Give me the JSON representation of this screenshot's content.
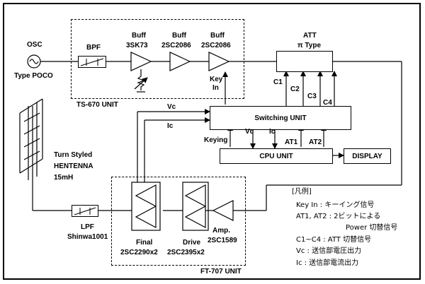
{
  "labels": {
    "osc": "OSC",
    "osc_type": "Type POCO",
    "bpf": "BPF",
    "buff1": "Buff",
    "buff1_part": "3SK73",
    "buff2": "Buff",
    "buff2_part": "2SC2086",
    "buff3": "Buff",
    "buff3_part": "2SC2086",
    "key_in": "Key",
    "key_in2": "In",
    "ts_unit": "TS-670 UNIT",
    "att": "ATT",
    "att_type": "π Type",
    "c1": "C1",
    "c2": "C2",
    "c3": "C3",
    "c4": "C4",
    "vc_left": "Vc",
    "ic_left": "Ic",
    "switching_unit": "Switching UNIT",
    "keying": "Keying",
    "vc_mid": "Vc",
    "ic_mid": "Ic",
    "at1": "AT1",
    "at2": "AT2",
    "cpu_unit": "CPU UNIT",
    "display": "DISPLAY",
    "antenna1": "Turn Styled",
    "antenna2": "HENTENNA",
    "antenna3": "15mH",
    "lpf": "LPF",
    "lpf_part": "Shinwa1001",
    "final": "Final",
    "final_part": "2SC2290x2",
    "drive": "Drive",
    "drive_part": "2SC2395x2",
    "amp": "Amp.",
    "amp_part": "2SC1589",
    "ft_unit": "FT-707 UNIT"
  },
  "legend": {
    "title": "[凡例]",
    "lines": [
      "Key In : キーイング信号",
      "AT1, AT2 : 2ビットによる",
      "Power 切替信号",
      "C1~C4 : ATT 切替信号",
      "Vc : 送信部電圧出力",
      "Ic : 送信部電流出力"
    ]
  }
}
